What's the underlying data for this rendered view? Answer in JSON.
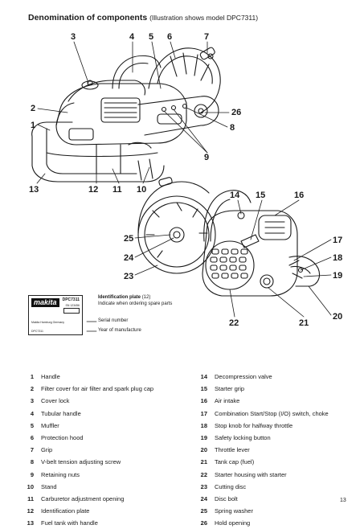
{
  "header": {
    "title": "Denomination of components",
    "subtitle": "(Illustration shows model DPC7311)"
  },
  "callouts": [
    "1",
    "2",
    "3",
    "4",
    "5",
    "6",
    "7",
    "8",
    "9",
    "10",
    "11",
    "12",
    "13",
    "14",
    "15",
    "16",
    "17",
    "18",
    "19",
    "20",
    "21",
    "22",
    "23",
    "24",
    "25",
    "26"
  ],
  "plate": {
    "brand": "makita",
    "model": "DPC7311",
    "serial_small": "SN 123456",
    "maker": "Makita Hamburg Germany",
    "code": "DPC7311"
  },
  "plate_info": {
    "title": "Identification plate",
    "title_ref": "(12)",
    "text": "Indicate when ordering spare parts",
    "serial": "Serial number",
    "year": "Year of manufacture"
  },
  "components_left": [
    {
      "num": "1",
      "name": "Handle"
    },
    {
      "num": "2",
      "name": "Filter cover for air filter and spark plug cap"
    },
    {
      "num": "3",
      "name": "Cover lock"
    },
    {
      "num": "4",
      "name": "Tubular handle"
    },
    {
      "num": "5",
      "name": "Muffler"
    },
    {
      "num": "6",
      "name": "Protection hood"
    },
    {
      "num": "7",
      "name": "Grip"
    },
    {
      "num": "8",
      "name": "V-belt tension adjusting screw"
    },
    {
      "num": "9",
      "name": "Retaining nuts"
    },
    {
      "num": "10",
      "name": "Stand"
    },
    {
      "num": "11",
      "name": "Carburetor adjustment opening"
    },
    {
      "num": "12",
      "name": "Identification plate"
    },
    {
      "num": "13",
      "name": "Fuel tank with handle"
    }
  ],
  "components_right": [
    {
      "num": "14",
      "name": "Decompression valve"
    },
    {
      "num": "15",
      "name": "Starter grip"
    },
    {
      "num": "16",
      "name": "Air intake"
    },
    {
      "num": "17",
      "name": "Combination Start/Stop (I/O) switch, choke"
    },
    {
      "num": "18",
      "name": "Stop knob for halfway throttle"
    },
    {
      "num": "19",
      "name": "Safety locking button"
    },
    {
      "num": "20",
      "name": "Throttle lever"
    },
    {
      "num": "21",
      "name": "Tank cap (fuel)"
    },
    {
      "num": "22",
      "name": "Starter housing with starter"
    },
    {
      "num": "23",
      "name": "Cutting disc"
    },
    {
      "num": "24",
      "name": "Disc bolt"
    },
    {
      "num": "25",
      "name": "Spring washer"
    },
    {
      "num": "26",
      "name": "Hold opening"
    }
  ],
  "page_number": "13"
}
